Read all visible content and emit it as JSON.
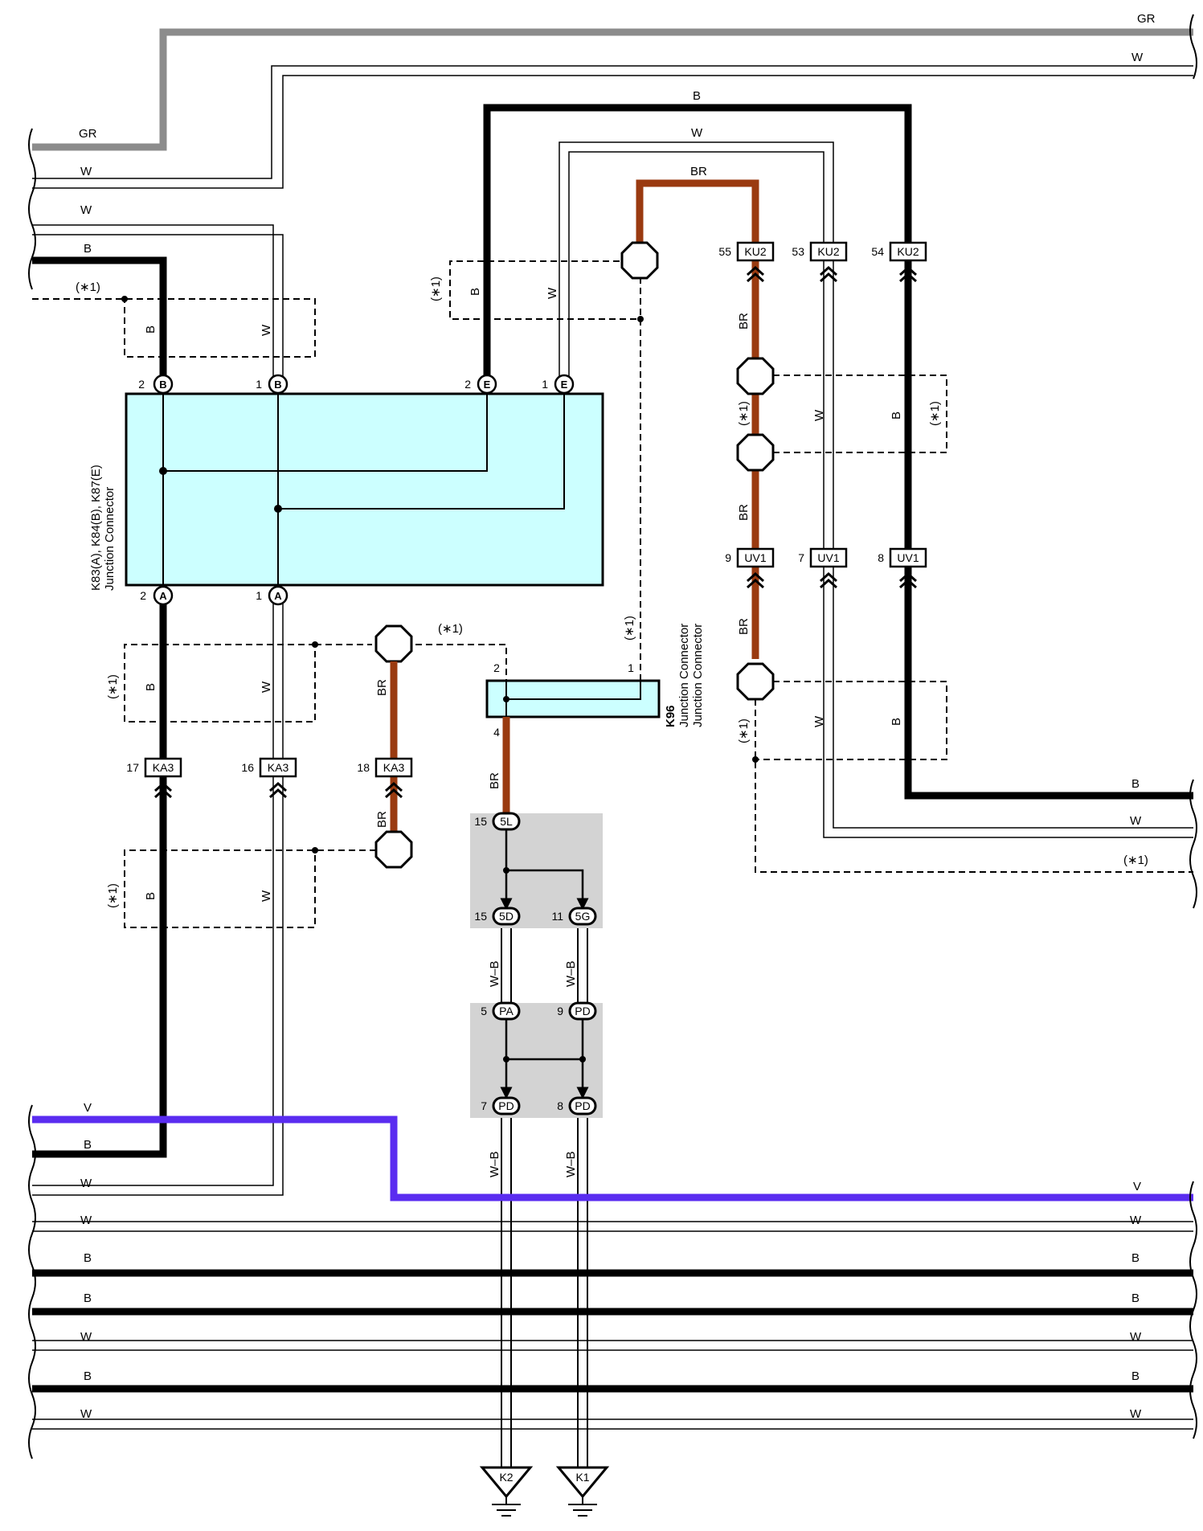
{
  "colors": {
    "gray": "#8c8c8c",
    "black": "#000000",
    "brown": "#9a3a10",
    "violet": "#5a2cf0",
    "junction_fill": "#ccffff",
    "splice_shade": "#d3d3d3"
  },
  "wire_labels": {
    "gr": "GR",
    "w": "W",
    "b": "B",
    "br": "BR",
    "v": "V",
    "wb": "W–B",
    "opt": "(∗1)"
  },
  "junction_main": {
    "title": "K83(A), K84(B), K87(E)",
    "subtitle": "Junction Connector",
    "pins": [
      {
        "num": "2",
        "letter": "B"
      },
      {
        "num": "1",
        "letter": "B"
      },
      {
        "num": "2",
        "letter": "E"
      },
      {
        "num": "1",
        "letter": "E"
      },
      {
        "num": "2",
        "letter": "A"
      },
      {
        "num": "1",
        "letter": "A"
      }
    ]
  },
  "junction_k96": {
    "title": "K96",
    "subtitle": "Junction Connector",
    "pins": [
      "2",
      "1",
      "4"
    ]
  },
  "connectors": [
    {
      "pin": "55",
      "name": "KU2"
    },
    {
      "pin": "53",
      "name": "KU2"
    },
    {
      "pin": "54",
      "name": "KU2"
    },
    {
      "pin": "9",
      "name": "UV1"
    },
    {
      "pin": "7",
      "name": "UV1"
    },
    {
      "pin": "8",
      "name": "UV1"
    },
    {
      "pin": "17",
      "name": "KA3"
    },
    {
      "pin": "16",
      "name": "KA3"
    },
    {
      "pin": "18",
      "name": "KA3"
    }
  ],
  "splices": [
    {
      "pin": "15",
      "name": "5L"
    },
    {
      "pin": "15",
      "name": "5D"
    },
    {
      "pin": "11",
      "name": "5G"
    },
    {
      "pin": "5",
      "name": "PA"
    },
    {
      "pin": "9",
      "name": "PD"
    },
    {
      "pin": "7",
      "name": "PD"
    },
    {
      "pin": "8",
      "name": "PD"
    }
  ],
  "grounds": [
    {
      "name": "K2"
    },
    {
      "name": "K1"
    }
  ]
}
